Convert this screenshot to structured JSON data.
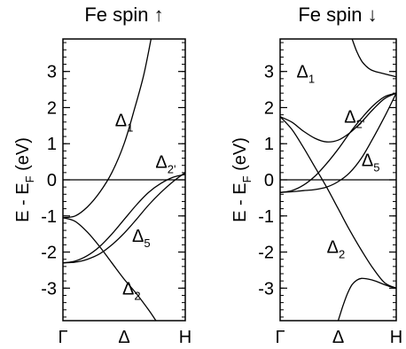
{
  "chart_data": [
    {
      "type": "line",
      "title": "Fe spin ↑",
      "ylabel": "E - E",
      "ylabel_sub": "F",
      "ylabel_unit": " (eV)",
      "ylim": [
        -3.9,
        3.9
      ],
      "yticks": [
        -3,
        -2,
        -1,
        0,
        1,
        2,
        3
      ],
      "ytick_labels": [
        "-3",
        "-2",
        "-1",
        "0",
        "1",
        "2",
        "3"
      ],
      "x_labels": [
        "Γ",
        "Δ",
        "H"
      ],
      "xlim": [
        0,
        1
      ],
      "series": [
        {
          "x": [
            0,
            0.1,
            0.2,
            0.3,
            0.4,
            0.5,
            0.58,
            0.66,
            0.72
          ],
          "y": [
            -1.05,
            -1.0,
            -0.75,
            -0.35,
            0.2,
            1.0,
            1.9,
            2.9,
            3.9
          ]
        },
        {
          "x": [
            0,
            0.1,
            0.2,
            0.3,
            0.4,
            0.5,
            0.6,
            0.7,
            0.8,
            0.9,
            1.0
          ],
          "y": [
            -2.3,
            -2.28,
            -2.2,
            -2.05,
            -1.8,
            -1.48,
            -1.1,
            -0.7,
            -0.35,
            -0.05,
            0.2
          ]
        },
        {
          "x": [
            0,
            0.1,
            0.2,
            0.3,
            0.4,
            0.5,
            0.6,
            0.7,
            0.8,
            0.9,
            1.0
          ],
          "y": [
            -2.3,
            -2.25,
            -2.1,
            -1.85,
            -1.5,
            -1.1,
            -0.7,
            -0.35,
            -0.1,
            0.07,
            0.15
          ]
        },
        {
          "x": [
            0,
            0.1,
            0.2,
            0.3,
            0.4,
            0.5,
            0.6,
            0.7,
            0.76
          ],
          "y": [
            -1.05,
            -1.15,
            -1.45,
            -1.85,
            -2.3,
            -2.75,
            -3.15,
            -3.6,
            -3.9
          ]
        }
      ],
      "band_labels": [
        {
          "text": "Δ",
          "sub": "1",
          "x": 0.5,
          "y": 1.65
        },
        {
          "text": "Δ",
          "sub": "2'",
          "x": 0.84,
          "y": 0.5
        },
        {
          "text": "Δ",
          "sub": "5",
          "x": 0.64,
          "y": -1.55
        },
        {
          "text": "Δ",
          "sub": "2",
          "x": 0.56,
          "y": -3.0
        }
      ]
    },
    {
      "type": "line",
      "title": "Fe spin ↓",
      "ylabel": "E - E",
      "ylabel_sub": "F",
      "ylabel_unit": " (eV)",
      "ylim": [
        -3.9,
        3.9
      ],
      "yticks": [
        -3,
        -2,
        -1,
        0,
        1,
        2,
        3
      ],
      "ytick_labels": [
        "-3",
        "-2",
        "-1",
        "0",
        "1",
        "2",
        "3"
      ],
      "x_labels": [
        "Γ",
        "Δ",
        "H"
      ],
      "xlim": [
        0,
        1
      ],
      "series": [
        {
          "x": [
            0,
            0.1,
            0.2,
            0.3,
            0.4,
            0.5,
            0.6,
            0.7,
            0.8,
            0.9,
            1.0
          ],
          "y": [
            1.75,
            1.4,
            0.9,
            0.35,
            -0.2,
            -0.8,
            -1.4,
            -1.95,
            -2.45,
            -2.85,
            -3.0
          ]
        },
        {
          "x": [
            0,
            0.1,
            0.2,
            0.3,
            0.4,
            0.5,
            0.6,
            0.7,
            0.8,
            0.9,
            1.0
          ],
          "y": [
            1.75,
            1.6,
            1.35,
            1.15,
            1.05,
            1.1,
            1.3,
            1.6,
            1.95,
            2.25,
            2.4
          ]
        },
        {
          "x": [
            0,
            0.1,
            0.2,
            0.3,
            0.4,
            0.5,
            0.6,
            0.7,
            0.8,
            0.9,
            1.0
          ],
          "y": [
            -0.35,
            -0.3,
            -0.15,
            0.1,
            0.45,
            0.85,
            1.3,
            1.7,
            2.05,
            2.3,
            2.4
          ]
        },
        {
          "x": [
            0,
            0.1,
            0.2,
            0.3,
            0.4,
            0.5,
            0.6,
            0.7,
            0.8,
            0.9,
            1.0
          ],
          "y": [
            -0.35,
            -0.33,
            -0.3,
            -0.27,
            -0.2,
            -0.05,
            0.2,
            0.6,
            1.15,
            1.75,
            2.4
          ]
        },
        {
          "x": [
            0.62,
            0.66,
            0.7,
            0.74,
            0.78,
            0.82,
            0.88,
            0.94,
            1.0
          ],
          "y": [
            3.9,
            3.55,
            3.3,
            3.15,
            3.05,
            3.0,
            2.95,
            2.9,
            2.85
          ]
        },
        {
          "x": [
            0.5,
            0.54,
            0.58,
            0.62,
            0.66,
            0.7,
            0.76,
            0.82,
            0.88,
            0.94,
            1.0
          ],
          "y": [
            -3.9,
            -3.5,
            -3.15,
            -2.9,
            -2.78,
            -2.73,
            -2.75,
            -2.8,
            -2.88,
            -2.95,
            -3.0
          ]
        }
      ],
      "band_labels": [
        {
          "text": "Δ",
          "sub": "1",
          "x": 0.22,
          "y": 3.0
        },
        {
          "text": "Δ",
          "sub": "2'",
          "x": 0.64,
          "y": 1.75
        },
        {
          "text": "Δ",
          "sub": "5",
          "x": 0.78,
          "y": 0.55
        },
        {
          "text": "Δ",
          "sub": "2",
          "x": 0.48,
          "y": -1.85
        }
      ]
    }
  ]
}
